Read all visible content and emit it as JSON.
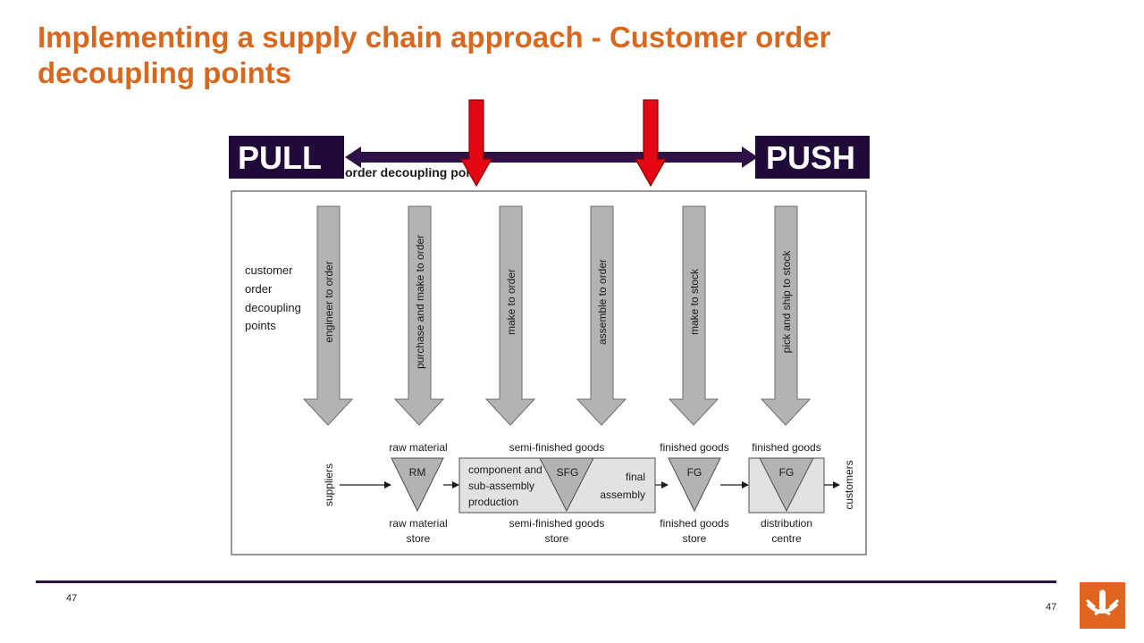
{
  "title": {
    "line1": "Implementing a supply chain approach - Customer order",
    "line2": "decoupling points"
  },
  "labels": {
    "pull": "PULL",
    "push": "PUSH",
    "order_decoupling": "order decoupling poi"
  },
  "diagram": {
    "legend_lines": [
      "customer",
      "order",
      "decoupling",
      "points"
    ],
    "decoupling_arrows": [
      "engineer to order",
      "purchase and make to order",
      "make to order",
      "assemble to order",
      "make to stock",
      "pick and ship to stock"
    ],
    "flow": {
      "start": "suppliers",
      "end": "customers",
      "rm_top": "raw material",
      "rm_code": "RM",
      "rm_bottom_1": "raw material",
      "rm_bottom_2": "store",
      "sfg_top": "semi-finished goods",
      "sfg_code": "SFG",
      "sfg_left_1": "component and",
      "sfg_left_2": "sub-assembly",
      "sfg_left_3": "production",
      "sfg_right_1": "final",
      "sfg_right_2": "assembly",
      "sfg_bottom_1": "semi-finished goods",
      "sfg_bottom_2": "store",
      "fg1_top": "finished goods",
      "fg1_code": "FG",
      "fg1_bottom_1": "finished goods",
      "fg1_bottom_2": "store",
      "fg2_top": "finished goods",
      "fg2_code": "FG",
      "fg2_bottom_1": "distribution",
      "fg2_bottom_2": "centre"
    }
  },
  "footer": {
    "page_left": "47",
    "page_right": "47"
  },
  "colors": {
    "title": "#d9681e",
    "navy": "#1f0a3a",
    "red_arrow": "#e30613",
    "grey_arrow": "#b3b3b3",
    "logo": "#e0661f"
  }
}
